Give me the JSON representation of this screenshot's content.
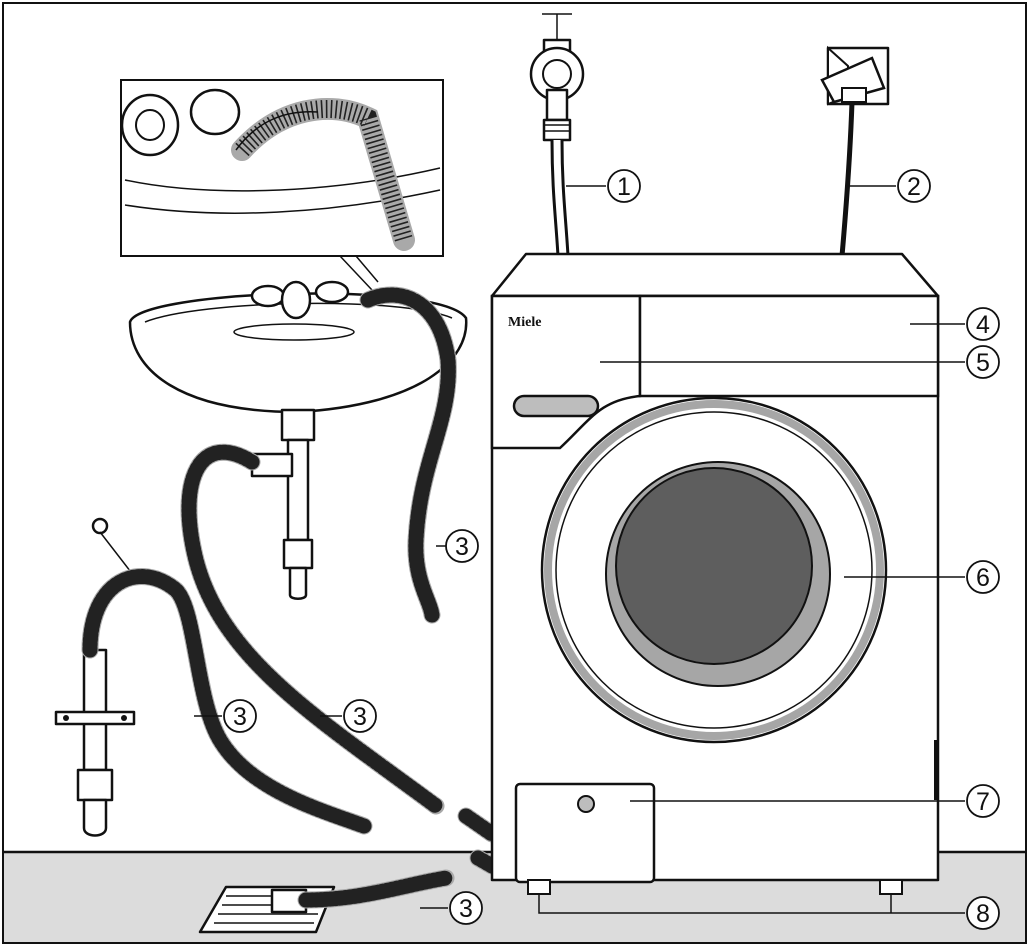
{
  "brand_label": "Miele",
  "callouts": [
    {
      "id": "1",
      "text": "1"
    },
    {
      "id": "2",
      "text": "2"
    },
    {
      "id": "3a",
      "text": "3"
    },
    {
      "id": "3b",
      "text": "3"
    },
    {
      "id": "3c",
      "text": "3"
    },
    {
      "id": "3d",
      "text": "3"
    },
    {
      "id": "4",
      "text": "4"
    },
    {
      "id": "5",
      "text": "5"
    },
    {
      "id": "6",
      "text": "6"
    },
    {
      "id": "7",
      "text": "7"
    },
    {
      "id": "8",
      "text": "8"
    }
  ],
  "colors": {
    "floor": "#dcdcdc",
    "line": "#111111",
    "door_glass": "#5e5e5e",
    "door_ring": "#a6a6a6",
    "hose": "#a9a9a9"
  }
}
